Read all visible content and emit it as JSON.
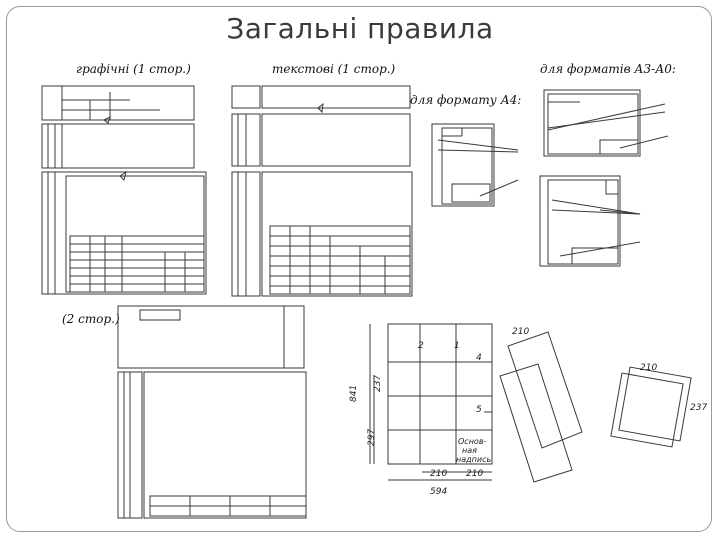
{
  "slide": {
    "title": "Загальні правила",
    "labels": {
      "graphic": "графічні (1 стор.)",
      "text": "текстові (1 стор.)",
      "a3_a0": "для форматів А3-А0:",
      "a4": "для формату А4:",
      "two_pages": "(2 стор.)"
    }
  },
  "figures": {
    "dims": {
      "d210_top": "210",
      "d210_right": "210",
      "d237_side": "237",
      "d297": "297",
      "d237_lower": "237",
      "d210_bottom": "210",
      "d210_bottom2": "210",
      "d594": "594",
      "d841": "841"
    },
    "callouts": {
      "n1": "1",
      "n2": "2",
      "n4": "4",
      "n5": "5"
    },
    "stamp_text": "Основ-\nная\nнадпись",
    "stamp_lines": [
      "Основ-",
      "ная",
      "надпись"
    ]
  },
  "colors": {
    "ink": "#3a3a3a",
    "frame": "#9a9a9a",
    "title": "#3a3a3a"
  }
}
